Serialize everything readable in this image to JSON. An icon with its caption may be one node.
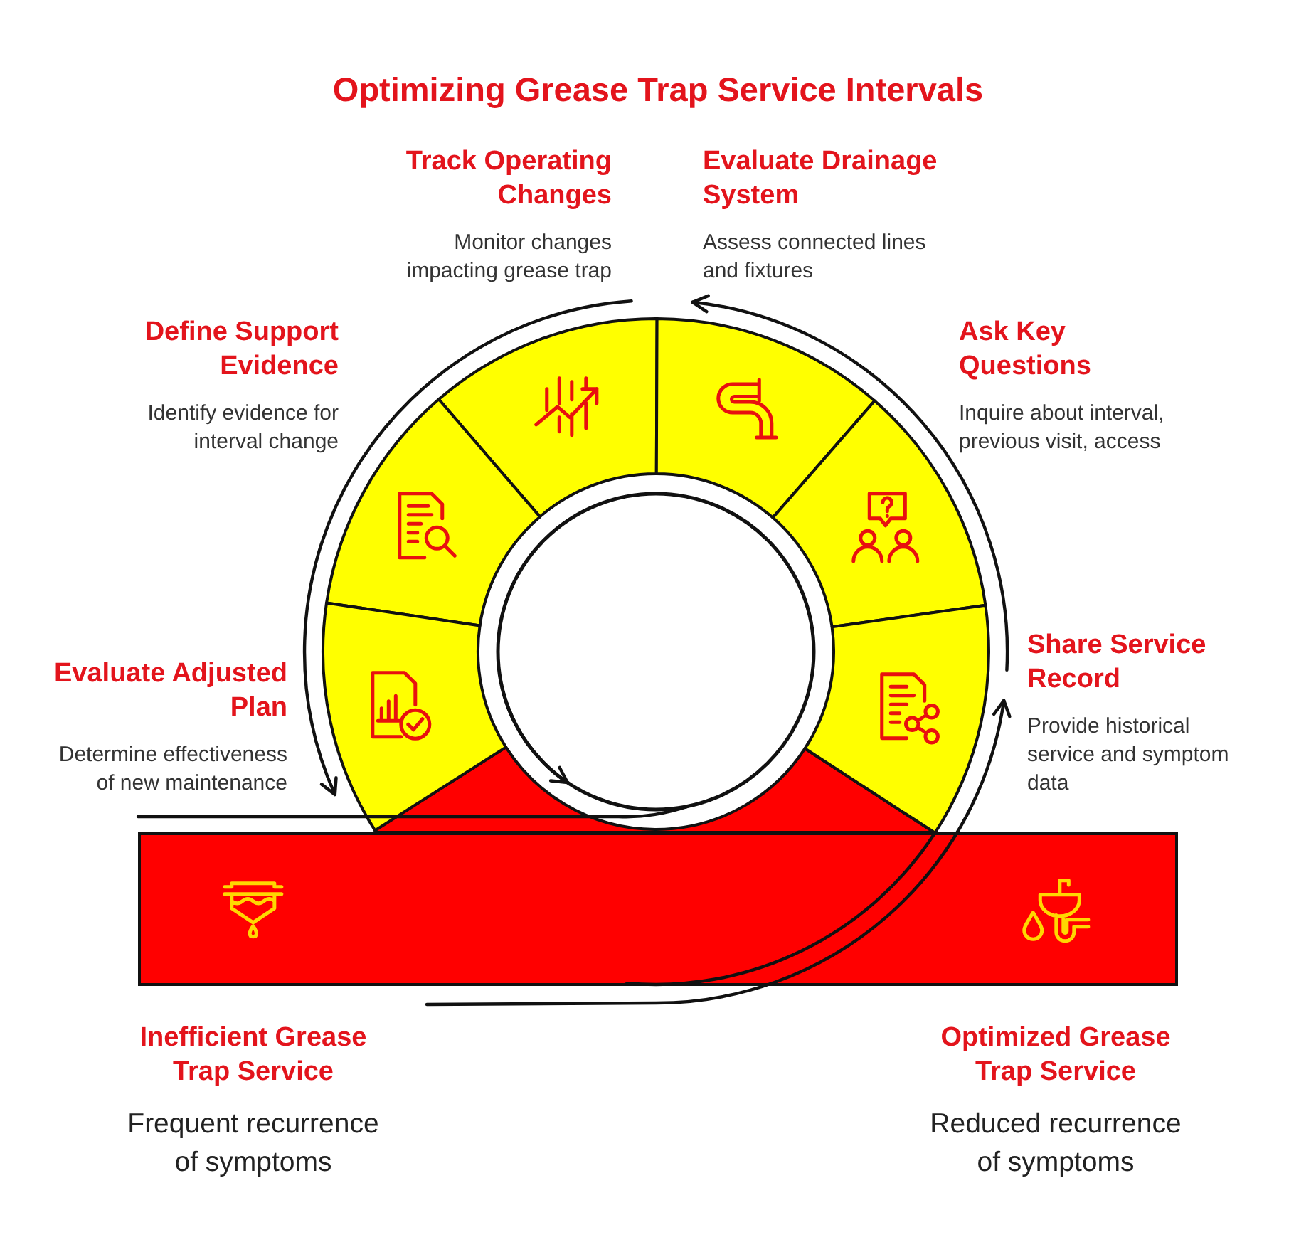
{
  "diagram": {
    "title": "Optimizing Grease Trap Service Intervals",
    "nodes": [
      {
        "text": [
          "Track Operating Changes",
          "Monitor changes impacting grease trap"
        ]
      },
      {
        "text": [
          "Evaluate Drainage System",
          "Assess connected lines and fixtures"
        ]
      },
      {
        "text": [
          "Define Support Evidence",
          "Identify evidence for interval change"
        ]
      },
      {
        "text": [
          "Ask Key Questions",
          "Inquire about interval, previous visit, access"
        ]
      },
      {
        "text": [
          "Evaluate Adjusted Plan",
          "Determine effectiveness of new maintenance"
        ]
      },
      {
        "text": [
          "Share Service Record",
          "Provide historical service and symptom data"
        ]
      },
      {
        "text": [],
        "shape": "sector"
      },
      {
        "text": [
          "Inefficient Grease Trap Service",
          "Frequent recurrence of symptoms"
        ]
      },
      {
        "text": [
          "Optimized Grease Trap Service",
          "Reduced recurrence of symptoms"
        ]
      }
    ]
  }
}
